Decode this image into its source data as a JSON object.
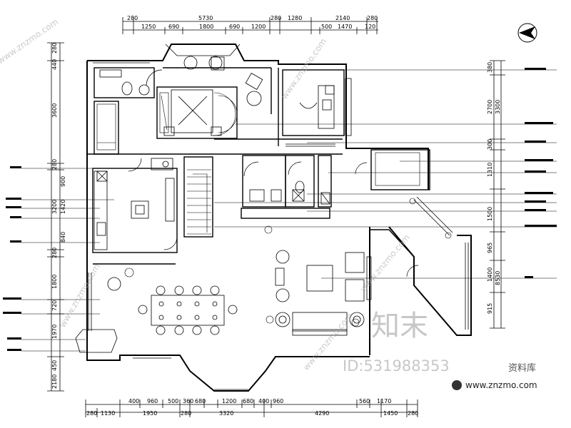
{
  "top_dims_row1": [
    "280",
    "5730",
    "280",
    "1280",
    "2140",
    "280"
  ],
  "top_dims_row2": [
    "1250",
    "690",
    "1800",
    "690",
    "1200",
    "500",
    "1470",
    "120"
  ],
  "bottom_dims_row1": [
    "400",
    "960",
    "500",
    "360",
    "680",
    "1200",
    "680",
    "400",
    "960",
    "560",
    "1170"
  ],
  "bottom_dims_row2": [
    "280",
    "1130",
    "1950",
    "280",
    "3320",
    "4290",
    "1450",
    "280"
  ],
  "left_dims": [
    "280",
    "440",
    "3600",
    "280",
    "900",
    "3200",
    "1420",
    "840",
    "280",
    "1800",
    "720",
    "1970",
    "450",
    "2180"
  ],
  "right_dims": [
    "380",
    "2700",
    "3300",
    "300",
    "1310",
    "1500",
    "965",
    "1400",
    "8530",
    "915"
  ],
  "watermark": {
    "big_text": "知末",
    "id_text": "ID:531988353",
    "side_text": "资料库",
    "url_text": "www.znzmo.com",
    "diag_text": "www.znzmo.com"
  }
}
